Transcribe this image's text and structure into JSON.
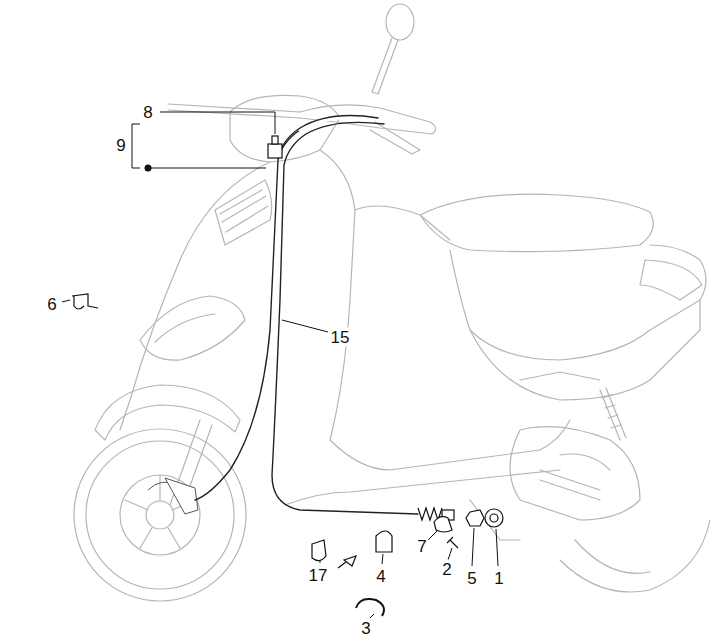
{
  "diagram": {
    "labels": [
      "8",
      "9",
      "6",
      "15",
      "7",
      "2",
      "5",
      "1",
      "17",
      "4",
      "3"
    ]
  }
}
